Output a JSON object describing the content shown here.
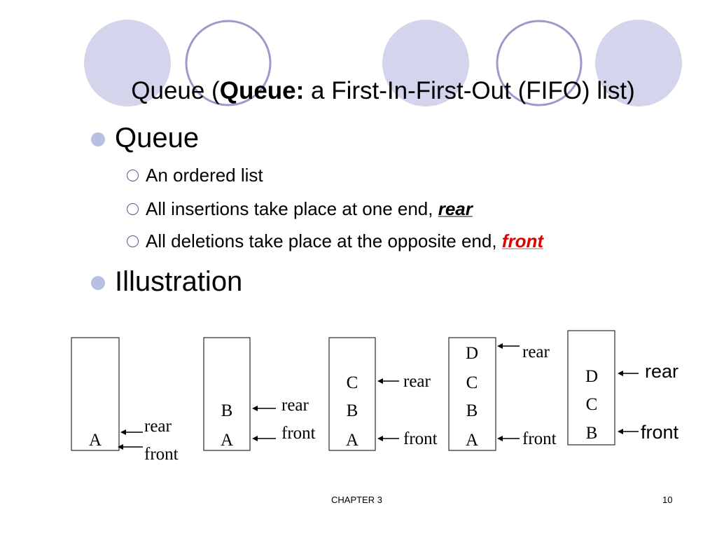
{
  "slide": {
    "title_prefix": "Queue (",
    "title_bold": "Queue:",
    "title_suffix": " a First-In-First-Out (FIFO) list)",
    "bullets": [
      {
        "text": "Queue",
        "sub": [
          {
            "text": "An ordered list",
            "emph": ""
          },
          {
            "text": "All insertions take place at one end, ",
            "emph": "rear"
          },
          {
            "text": "All deletions take place at the opposite end, ",
            "emph": "front"
          }
        ]
      },
      {
        "text": "Illustration"
      }
    ]
  },
  "diagram": {
    "stacks": [
      {
        "items": [
          "A"
        ],
        "labels": [
          "rear",
          "front"
        ]
      },
      {
        "items": [
          "B",
          "A"
        ],
        "labels": [
          "rear",
          "front"
        ]
      },
      {
        "items": [
          "C",
          "B",
          "A"
        ],
        "labels": [
          "rear",
          "front"
        ]
      },
      {
        "items": [
          "D",
          "C",
          "B",
          "A"
        ],
        "labels": [
          "rear",
          "front"
        ]
      },
      {
        "items": [
          "D",
          "C",
          "B"
        ],
        "labels": [
          "rear",
          "front"
        ]
      }
    ]
  },
  "footer": {
    "chapter": "CHAPTER 3",
    "page": "10"
  },
  "colors": {
    "circle_fill": "#d4d4ec",
    "circle_stroke": "#9a9acb",
    "bullet": "#b8bfe0",
    "front_emph": "#e00000"
  }
}
